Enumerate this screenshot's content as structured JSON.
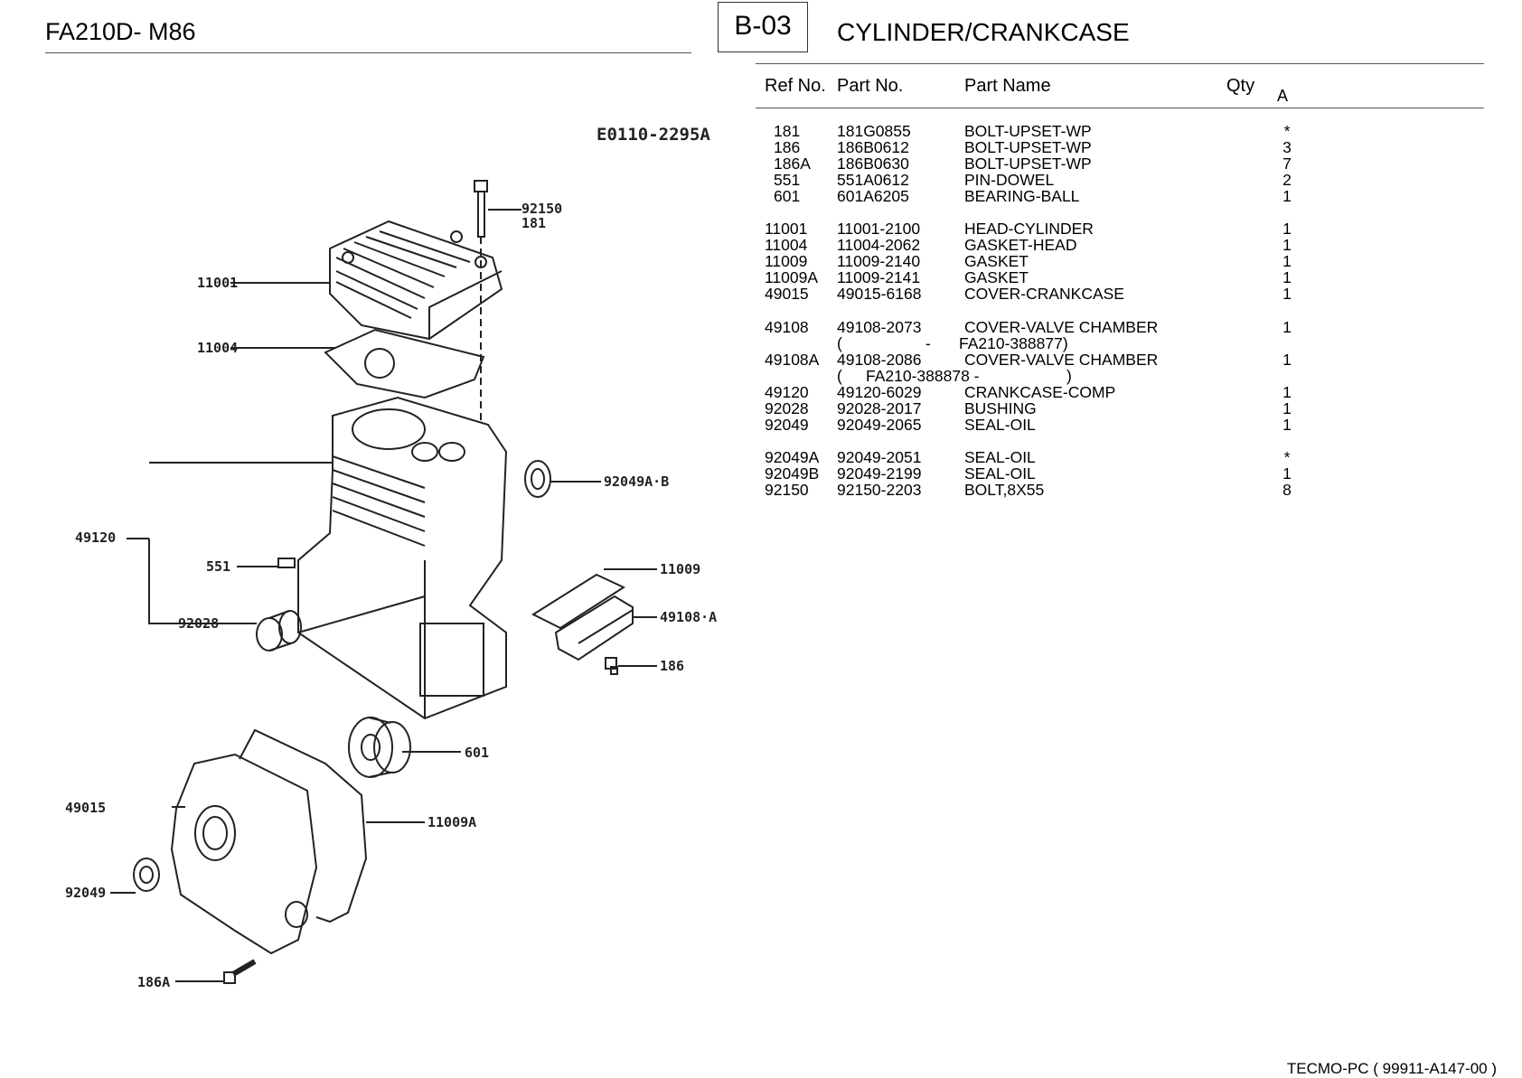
{
  "header": {
    "model": "FA210D- M86",
    "page_code": "B-03",
    "title": "CYLINDER/CRANKCASE"
  },
  "table": {
    "columns": {
      "ref": "Ref No.",
      "part": "Part No.",
      "name": "Part Name",
      "qty": "Qty",
      "a": "A"
    },
    "rows": [
      {
        "ref": "181",
        "part": "181G0855",
        "name": "BOLT-UPSET-WP",
        "qty": "*"
      },
      {
        "ref": "186",
        "part": "186B0612",
        "name": "BOLT-UPSET-WP",
        "qty": "3"
      },
      {
        "ref": "186A",
        "part": "186B0630",
        "name": "BOLT-UPSET-WP",
        "qty": "7"
      },
      {
        "ref": "551",
        "part": "551A0612",
        "name": "PIN-DOWEL",
        "qty": "2"
      },
      {
        "ref": "601",
        "part": "601A6205",
        "name": "BEARING-BALL",
        "qty": "1"
      },
      {
        "ref": "11001",
        "part": "11001-2100",
        "name": "HEAD-CYLINDER",
        "qty": "1"
      },
      {
        "ref": "11004",
        "part": "11004-2062",
        "name": "GASKET-HEAD",
        "qty": "1"
      },
      {
        "ref": "11009",
        "part": "11009-2140",
        "name": "GASKET",
        "qty": "1"
      },
      {
        "ref": "11009A",
        "part": "11009-2141",
        "name": "GASKET",
        "qty": "1"
      },
      {
        "ref": "49015",
        "part": "49015-6168",
        "name": "COVER-CRANKCASE",
        "qty": "1"
      },
      {
        "ref": "49108",
        "part": "49108-2073",
        "name": "COVER-VALVE CHAMBER",
        "qty": "1"
      },
      {
        "ref": "49108A",
        "part": "49108-2086",
        "name": "COVER-VALVE CHAMBER",
        "qty": "1"
      },
      {
        "ref": "49120",
        "part": "49120-6029",
        "name": "CRANKCASE-COMP",
        "qty": "1"
      },
      {
        "ref": "92028",
        "part": "92028-2017",
        "name": "BUSHING",
        "qty": "1"
      },
      {
        "ref": "92049",
        "part": "92049-2065",
        "name": "SEAL-OIL",
        "qty": "1"
      },
      {
        "ref": "92049A",
        "part": "92049-2051",
        "name": "SEAL-OIL",
        "qty": "*"
      },
      {
        "ref": "92049B",
        "part": "92049-2199",
        "name": "SEAL-OIL",
        "qty": "1"
      },
      {
        "ref": "92150",
        "part": "92150-2203",
        "name": "BOLT,8X55",
        "qty": "8"
      }
    ],
    "notes": {
      "n49108_open": "(",
      "n49108_dash": "-",
      "n49108_serial": "FA210-388877)",
      "n49108a_open": "(",
      "n49108a_serial": "FA210-388878 -",
      "n49108a_close": ")"
    }
  },
  "diagram": {
    "code": "E0110-2295A",
    "labels": {
      "l92150": "92150",
      "l181": "181",
      "l11001": "11001",
      "l11004": "11004",
      "l92049ab": "92049A·B",
      "l49120": "49120",
      "l551": "551",
      "l11009": "11009",
      "l92028": "92028",
      "l49108a": "49108·A",
      "l186": "186",
      "l601": "601",
      "l49015": "49015",
      "l11009a": "11009A",
      "l92049": "92049",
      "l186a": "186A"
    }
  },
  "footer": {
    "text": "TECMO-PC  ( 99911-A147-00 )"
  }
}
